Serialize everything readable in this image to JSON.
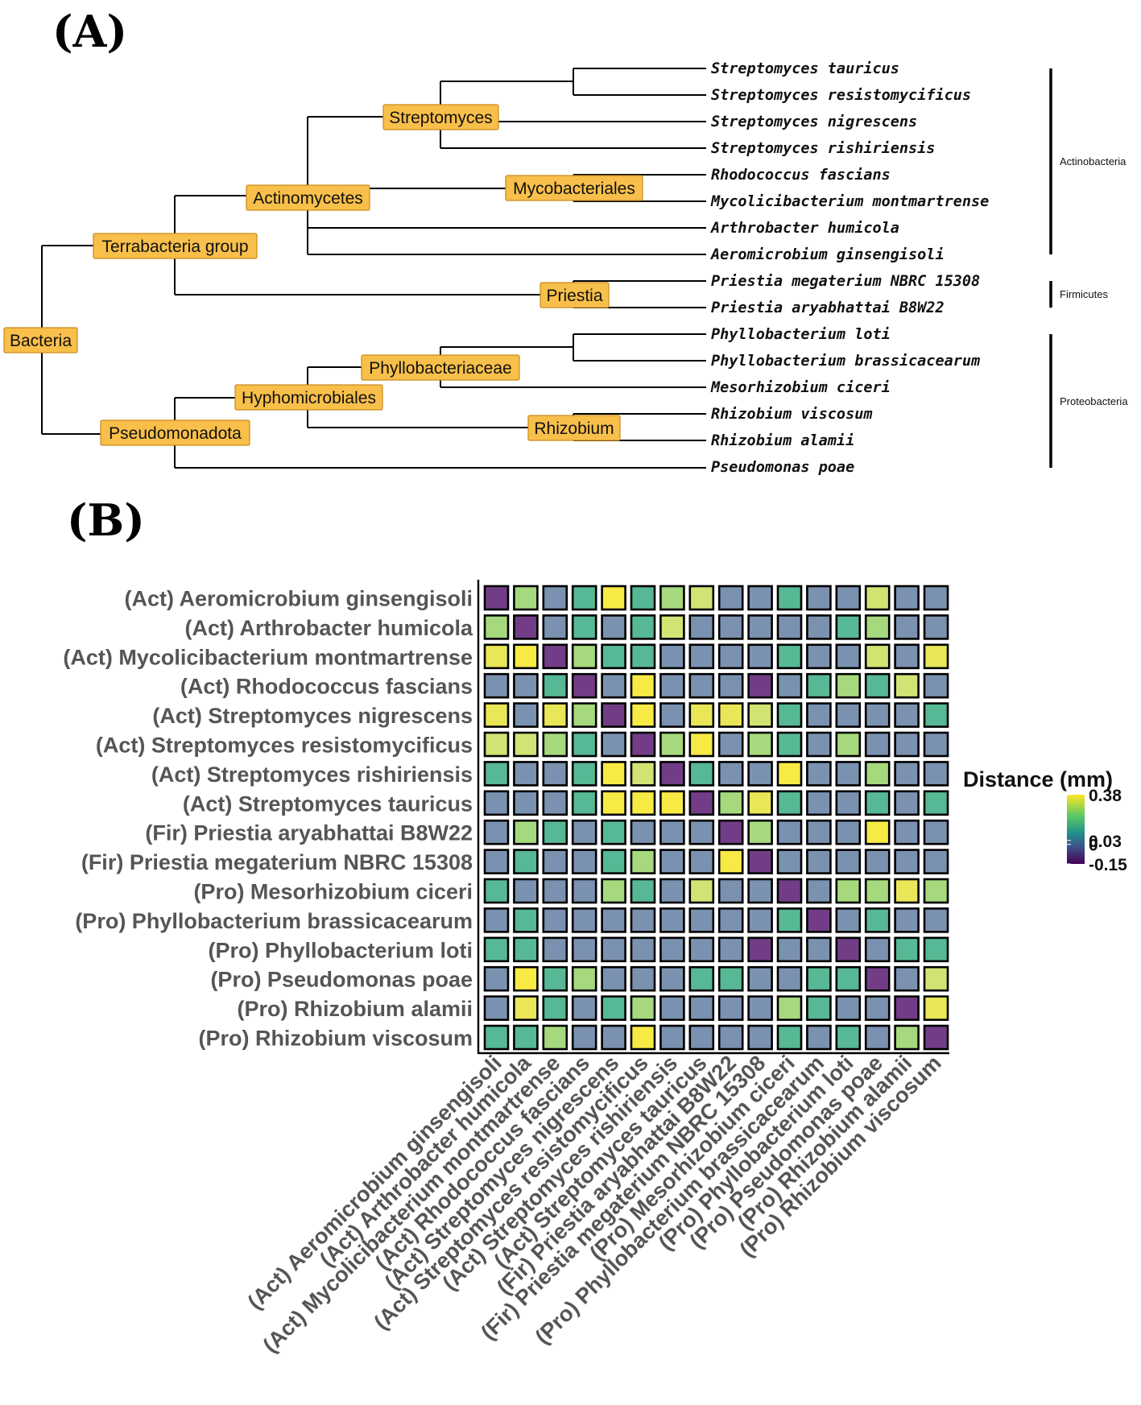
{
  "panel_a": {
    "label": "(A)",
    "nodes": {
      "bacteria": "Bacteria",
      "terrabacteria": "Terrabacteria group",
      "actinomycetes": "Actinomycetes",
      "streptomyces": "Streptomyces",
      "mycobacteriales": "Mycobacteriales",
      "priestia": "Priestia",
      "pseudomonadota": "Pseudomonadota",
      "hyphomicrobiales": "Hyphomicrobiales",
      "phyllobacteriaceae": "Phyllobacteriaceae",
      "rhizobium": "Rhizobium"
    },
    "tips": [
      "Streptomyces tauricus",
      "Streptomyces resistomycificus",
      "Streptomyces nigrescens",
      "Streptomyces rishiriensis",
      "Rhodococcus fascians",
      "Mycolicibacterium montmartrense",
      "Arthrobacter humicola",
      "Aeromicrobium ginsengisoli",
      "Priestia megaterium NBRC 15308",
      "Priestia aryabhattai B8W22",
      "Phyllobacterium loti",
      "Phyllobacterium brassicacearum",
      "Mesorhizobium ciceri",
      "Rhizobium viscosum",
      "Rhizobium alamii",
      "Pseudomonas poae"
    ],
    "phyla": {
      "actinobacteria": "Actinobacteria",
      "firmicutes": "Firmicutes",
      "proteobacteria": "Proteobacteria"
    }
  },
  "panel_b": {
    "label": "(B)"
  },
  "colors": {
    "node_fill": "#f8bf4a",
    "colormap": [
      "#482173",
      "#3b528b",
      "#2c728e",
      "#21918c",
      "#27ad81",
      "#5ec962",
      "#aadc32",
      "#fde725"
    ],
    "bg_cell": "#7b91b0"
  },
  "chart_data": {
    "type": "heatmap",
    "row_labels": [
      "(Act) Aeromicrobium ginsengisoli",
      "(Act) Arthrobacter humicola",
      "(Act) Mycolicibacterium montmartrense",
      "(Act) Rhodococcus fascians",
      "(Act) Streptomyces nigrescens",
      "(Act) Streptomyces resistomycificus",
      "(Act) Streptomyces rishiriensis",
      "(Act) Streptomyces tauricus",
      "(Fir) Priestia aryabhattai B8W22",
      "(Fir) Priestia megaterium NBRC 15308",
      "(Pro) Mesorhizobium ciceri",
      "(Pro) Phyllobacterium brassicacearum",
      "(Pro) Phyllobacterium loti",
      "(Pro) Pseudomonas poae",
      "(Pro) Rhizobium alamii",
      "(Pro) Rhizobium viscosum"
    ],
    "col_labels": [
      "(Act) Aeromicrobium ginsengisoli",
      "(Act) Arthrobacter humicola",
      "(Act) Mycolicibacterium montmartrense",
      "(Act) Rhodococcus fascians",
      "(Act) Streptomyces nigrescens",
      "(Act) Streptomyces resistomycificus",
      "(Act) Streptomyces rishiriensis",
      "(Act) Streptomyces tauricus",
      "(Fir) Priestia aryabhattai B8W22",
      "(Fir) Priestia megaterium NBRC 15308",
      "(Pro) Mesorhizobium ciceri",
      "(Pro) Phyllobacterium brassicacearum",
      "(Pro) Phyllobacterium loti",
      "(Pro) Pseudomonas poae",
      "(Pro) Rhizobium alamii",
      "(Pro) Rhizobium viscosum"
    ],
    "values": [
      [
        -0.15,
        0.25,
        0,
        0.12,
        0.38,
        0.12,
        0.25,
        0.3,
        0,
        0,
        0.12,
        0,
        0,
        0.3,
        0,
        0
      ],
      [
        0.25,
        -0.15,
        0,
        0.12,
        0,
        0.12,
        0.3,
        0,
        0,
        0,
        0,
        0,
        0.12,
        0.25,
        0,
        0
      ],
      [
        0.35,
        0.38,
        -0.15,
        0.25,
        0.12,
        0.12,
        0,
        0,
        0,
        0,
        0.12,
        0,
        0,
        0.3,
        0,
        0.35
      ],
      [
        0,
        0,
        0.12,
        -0.15,
        0,
        0.38,
        0,
        0,
        0,
        -0.15,
        0,
        0.12,
        0.25,
        0.12,
        0.3,
        0
      ],
      [
        0.35,
        0,
        0.35,
        0.25,
        -0.15,
        0.38,
        0,
        0.35,
        0.35,
        0.3,
        0.12,
        0,
        0,
        0,
        0,
        0.12
      ],
      [
        0.3,
        0.3,
        0.25,
        0.12,
        0,
        -0.15,
        0.25,
        0.38,
        0,
        0.25,
        0.12,
        0,
        0.25,
        0,
        0,
        0
      ],
      [
        0.12,
        0,
        0,
        0.12,
        0.38,
        0.3,
        -0.15,
        0.12,
        0,
        0,
        0.38,
        0,
        0,
        0.25,
        0,
        0
      ],
      [
        0,
        0,
        0,
        0.12,
        0.38,
        0.38,
        0.38,
        -0.15,
        0.25,
        0.35,
        0.12,
        0,
        0,
        0.12,
        0,
        0.12
      ],
      [
        0,
        0.25,
        0.12,
        0,
        0.12,
        0,
        0,
        0,
        -0.15,
        0.25,
        0,
        0,
        0,
        0.38,
        0,
        0
      ],
      [
        0,
        0.12,
        0,
        0,
        0.12,
        0.25,
        0,
        0,
        0.38,
        -0.15,
        0,
        0,
        0,
        0,
        0,
        0
      ],
      [
        0.12,
        0,
        0,
        0,
        0.25,
        0.12,
        0,
        0.3,
        0,
        0,
        -0.15,
        0,
        0.25,
        0.25,
        0.35,
        0.25
      ],
      [
        0,
        0.12,
        0,
        0,
        0,
        0,
        0,
        0,
        0,
        0,
        0.12,
        -0.15,
        0,
        0.12,
        0,
        0
      ],
      [
        0.12,
        0.12,
        0,
        0,
        0,
        0,
        0,
        0,
        0,
        -0.15,
        0,
        0,
        -0.15,
        0,
        0.12,
        0.12
      ],
      [
        0,
        0.38,
        0.12,
        0.25,
        0,
        0,
        0,
        0.12,
        0.12,
        0,
        0,
        0.12,
        0.12,
        -0.15,
        0,
        0.3
      ],
      [
        0,
        0.35,
        0.12,
        0,
        0.12,
        0.25,
        0,
        0,
        0,
        0,
        0.25,
        0.12,
        0,
        0,
        -0.15,
        0.35
      ],
      [
        0.12,
        0.12,
        0.25,
        0,
        0,
        0.38,
        0,
        0,
        0,
        0,
        0.12,
        0,
        0.12,
        0,
        0.25,
        -0.15
      ]
    ],
    "legend": {
      "title": "Distance (mm)",
      "ticks": [
        "0.38",
        "0.03",
        "0",
        "-0.15"
      ],
      "range": [
        -0.15,
        0.38
      ]
    }
  }
}
